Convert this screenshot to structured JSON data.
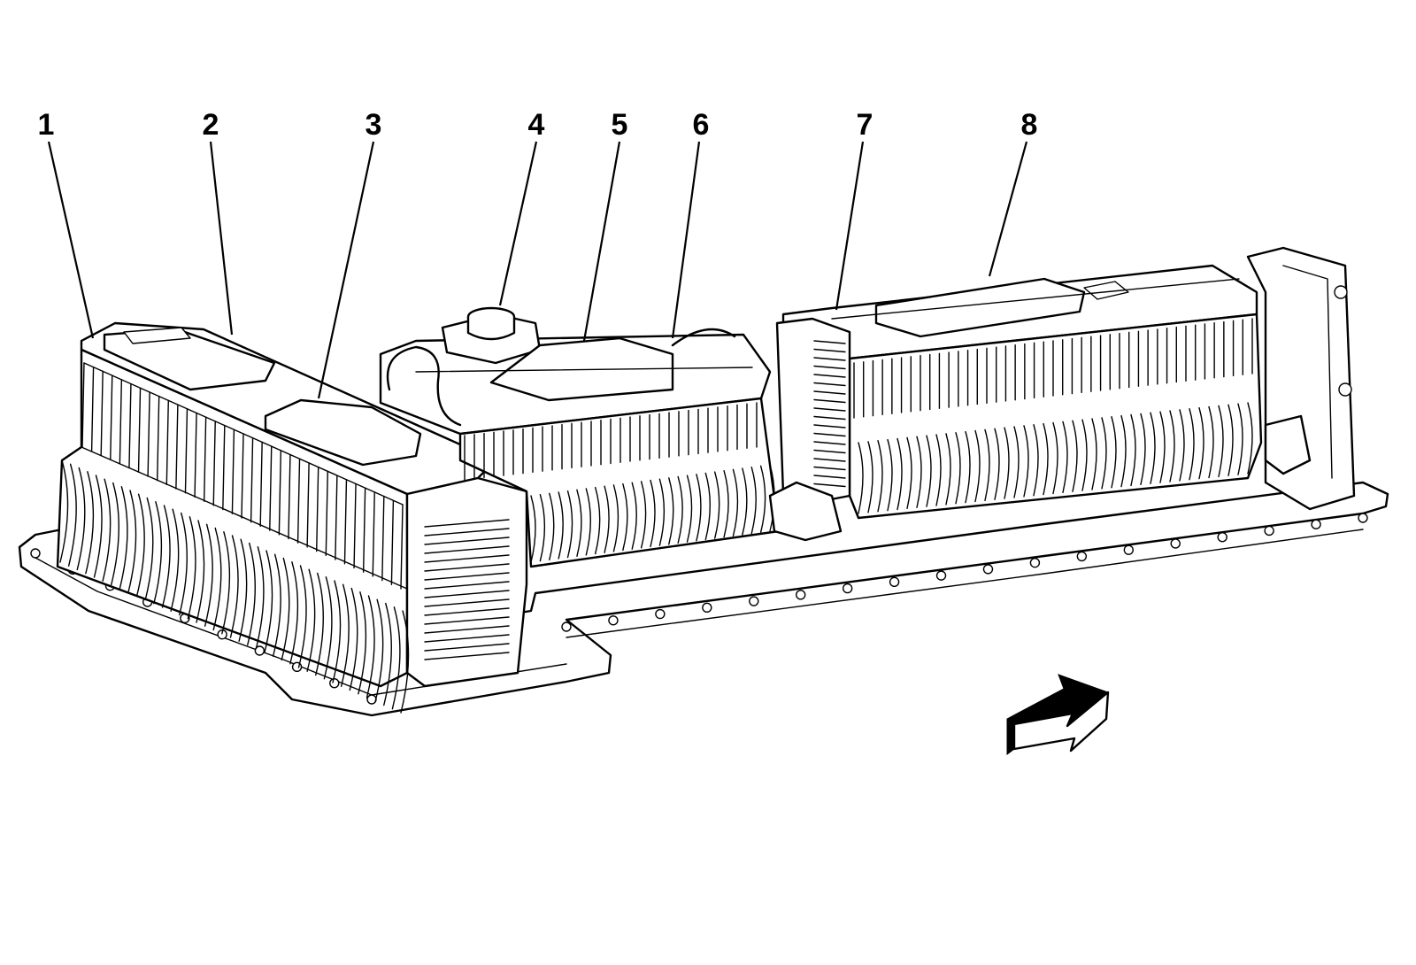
{
  "diagram": {
    "callouts": [
      {
        "label": "1"
      },
      {
        "label": "2"
      },
      {
        "label": "3"
      },
      {
        "label": "4"
      },
      {
        "label": "5"
      },
      {
        "label": "6"
      },
      {
        "label": "7"
      },
      {
        "label": "8"
      }
    ],
    "icons": {
      "direction": "front-direction-arrow-icon"
    },
    "colors": {
      "ink": "#000000",
      "paper": "#ffffff"
    }
  }
}
